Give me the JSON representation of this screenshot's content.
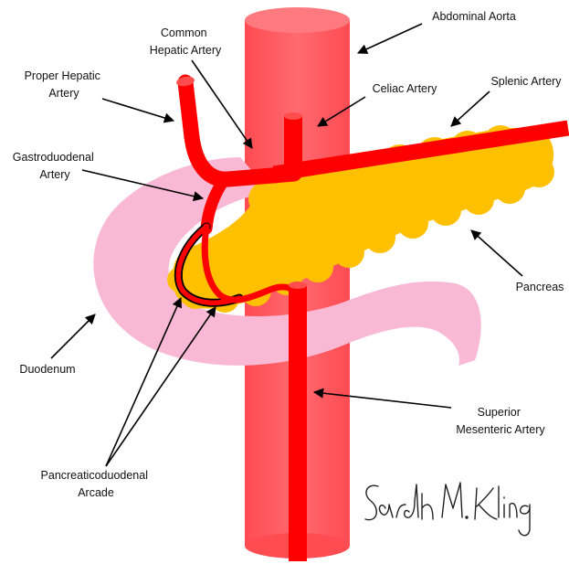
{
  "labels": {
    "common_hepatic_artery": [
      "Common",
      "Hepatic Artery"
    ],
    "abdominal_aorta": [
      "Abdominal Aorta"
    ],
    "proper_hepatic_artery": [
      "Proper Hepatic",
      "Artery"
    ],
    "celiac_artery": [
      "Celiac Artery"
    ],
    "splenic_artery": [
      "Splenic Artery"
    ],
    "gastroduodenal_artery": [
      "Gastroduodenal",
      "Artery"
    ],
    "pancreas": [
      "Pancreas"
    ],
    "duodenum": [
      "Duodenum"
    ],
    "superior_mesenteric_artery": [
      "Superior",
      "Mesenteric Artery"
    ],
    "pancreaticoduodenal_arcade": [
      "Pancreaticoduodenal",
      "Arcade"
    ]
  },
  "signature": "Sarah M. Kling",
  "colors": {
    "aorta": "#ff5a5f",
    "aorta_shade": "#ff7a7e",
    "artery": "#ff0000",
    "pancreas": "#ffc000",
    "duodenum": "#f9b9d4",
    "leader_line": "#000000"
  }
}
